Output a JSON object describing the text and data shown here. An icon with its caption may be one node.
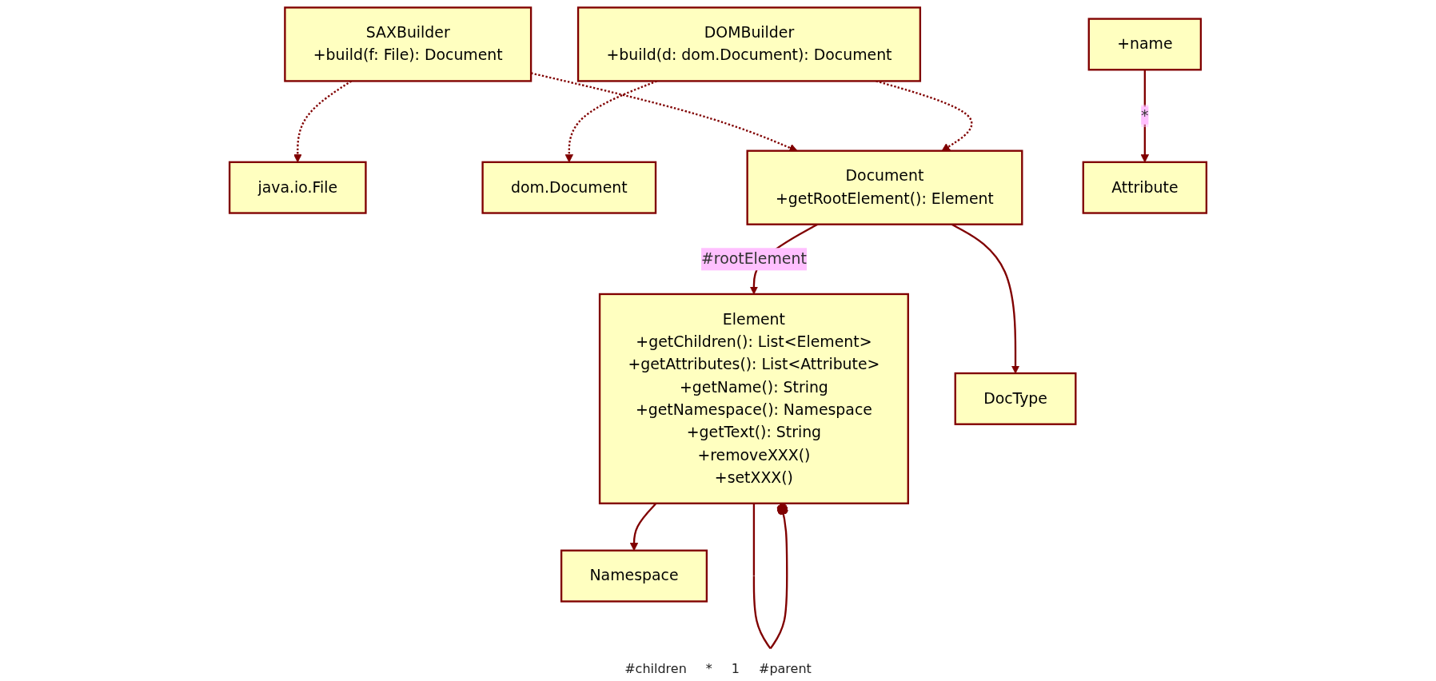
{
  "diagram": {
    "nodes": [
      {
        "text": [
          "java.io.File"
        ]
      },
      {
        "text": [
          "dom.Document"
        ]
      },
      {
        "text": [
          "SAXBuilder",
          "+build(f: File): Document"
        ]
      },
      {
        "text": [
          "DOMBuilder",
          "+build(d: dom.Document): Document"
        ]
      },
      {
        "text": [
          "Document",
          "+getRootElement(): Element"
        ]
      },
      {
        "text": [
          "Element",
          "+getChildren(): List<Element>",
          "+getAttributes(): List<Attribute>",
          "+getName(): String",
          "+getNamespace(): Namespace",
          "+getText(): String",
          "+removeXXX()",
          "+setXXX()"
        ]
      },
      {
        "text": [
          "Namespace"
        ]
      },
      {
        "text": [
          "+name"
        ]
      },
      {
        "text": [
          "Attribute"
        ]
      },
      {
        "text": [
          "DocType"
        ]
      }
    ],
    "edges": [
      {
        "from": 2,
        "to": 0,
        "arrow": "to",
        "style": "dashed"
      },
      {
        "from": 3,
        "to": 1,
        "arrow": "to",
        "style": "dashed"
      },
      {
        "from": 2,
        "to": 4,
        "arrow": "to",
        "style": "dashed"
      },
      {
        "from": 3,
        "to": 4,
        "arrow": "to",
        "style": "dashed"
      },
      {
        "from": 4,
        "to": 5,
        "arrow": "to",
        "label": "#rootElement"
      },
      {
        "from": 4,
        "to": 9,
        "arrow": "to"
      },
      {
        "from": 5,
        "to": 5,
        "arrow": "other"
      },
      {
        "from": 5,
        "to": 6,
        "arrow": "to"
      },
      {
        "from": 7,
        "to": 8,
        "arrow": "to",
        "label": "*"
      }
    ],
    "labels": [
      "#children",
      "*",
      "1",
      "#parent"
    ]
  }
}
